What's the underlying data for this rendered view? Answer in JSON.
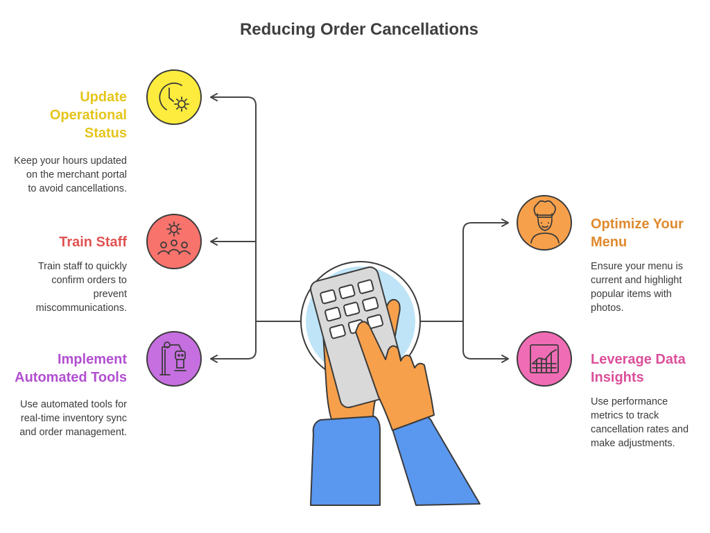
{
  "title": "Reducing Order Cancellations",
  "colors": {
    "update": "#e5c51b",
    "update_fill": "#fdec3d",
    "train": "#e05250",
    "train_fill": "#f7736c",
    "automate": "#b14fd0",
    "automate_fill": "#c66fe0",
    "menu": "#e08a2e",
    "menu_fill": "#f7a04b",
    "data": "#db4f9a",
    "data_fill": "#f06cb4",
    "hub_fill": "#bfe4f7",
    "sleeve_fill": "#5a97ee",
    "hand_fill": "#f7a04b",
    "device_fill": "#d9d9d9"
  },
  "left": [
    {
      "id": "update",
      "icon": "clock-gear-icon",
      "heading": [
        "Update",
        "Operational",
        "Status"
      ],
      "desc": [
        "Keep your hours updated",
        "on the merchant portal",
        "to avoid cancellations."
      ]
    },
    {
      "id": "train",
      "icon": "team-gear-icon",
      "heading": [
        "Train Staff"
      ],
      "desc": [
        "Train staff to quickly",
        "confirm orders to",
        "prevent",
        "miscommunications."
      ]
    },
    {
      "id": "automate",
      "icon": "robot-arm-icon",
      "heading": [
        "Implement",
        "Automated Tools"
      ],
      "desc": [
        "Use automated tools for",
        "real-time inventory sync",
        "and order management."
      ]
    }
  ],
  "right": [
    {
      "id": "menu",
      "icon": "chef-icon",
      "heading": [
        "Optimize Your",
        "Menu"
      ],
      "desc": [
        "Ensure your menu is",
        "current and highlight",
        "popular items with",
        "photos."
      ]
    },
    {
      "id": "data",
      "icon": "chart-grid-icon",
      "heading": [
        "Leverage Data",
        "Insights"
      ],
      "desc": [
        "Use performance",
        "metrics to track",
        "cancellation rates and",
        "make adjustments."
      ]
    }
  ],
  "hub_icon": "hand-keypad-icon"
}
